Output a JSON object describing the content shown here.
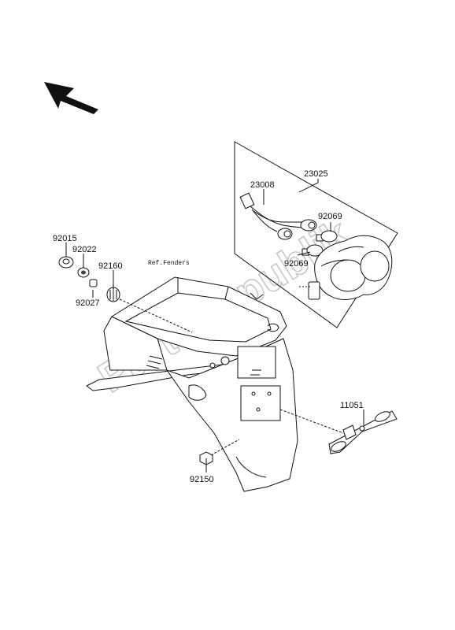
{
  "parts": {
    "p23025": "23025",
    "p23008": "23008",
    "p92069a": "92069",
    "p92069b": "92069",
    "p92015": "92015",
    "p92022": "92022",
    "p92160": "92160",
    "p92027": "92027",
    "p11051": "11051",
    "p92150": "92150"
  },
  "reference_label": "Ref.Fenders",
  "watermark": "PartsRepublik",
  "icons": {
    "direction": "front-direction-arrow-icon"
  }
}
